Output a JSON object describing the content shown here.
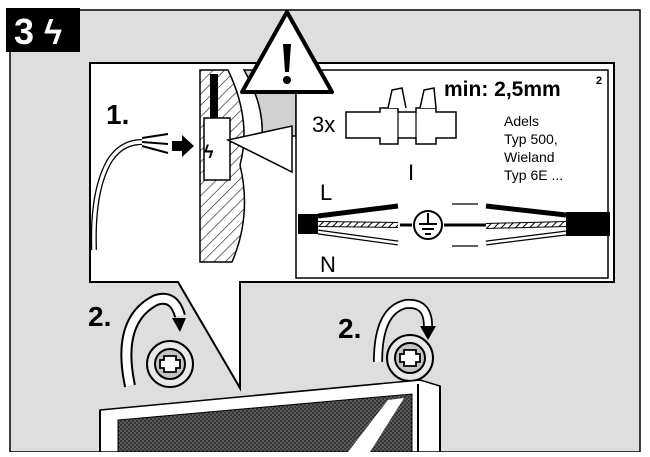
{
  "step": {
    "number": "3",
    "symbol": "ϟ"
  },
  "labels": {
    "step1": "1.",
    "step2_left": "2.",
    "step2_right": "2.",
    "min_section": "min: 2,5mm",
    "min_superscript": "2",
    "quantity": "3x",
    "brand_lines": [
      "Adels",
      "Typ 500,",
      "Wieland",
      "Typ 6E ..."
    ],
    "live_letter": "L",
    "neutral_letter": "N",
    "earth_line": "I",
    "lightning_small": "ϟ"
  },
  "colors": {
    "panel_bg": "#dedede",
    "box_bg": "#ffffff",
    "ink": "#111111",
    "mesh": "#3a3a3a"
  },
  "icons": [
    "warning-triangle-icon",
    "lightning-icon",
    "earth-ground-icon",
    "arrow-icon",
    "rotate-arrow-icon",
    "screw-icon",
    "terminal-block-icon",
    "cable-icon"
  ]
}
